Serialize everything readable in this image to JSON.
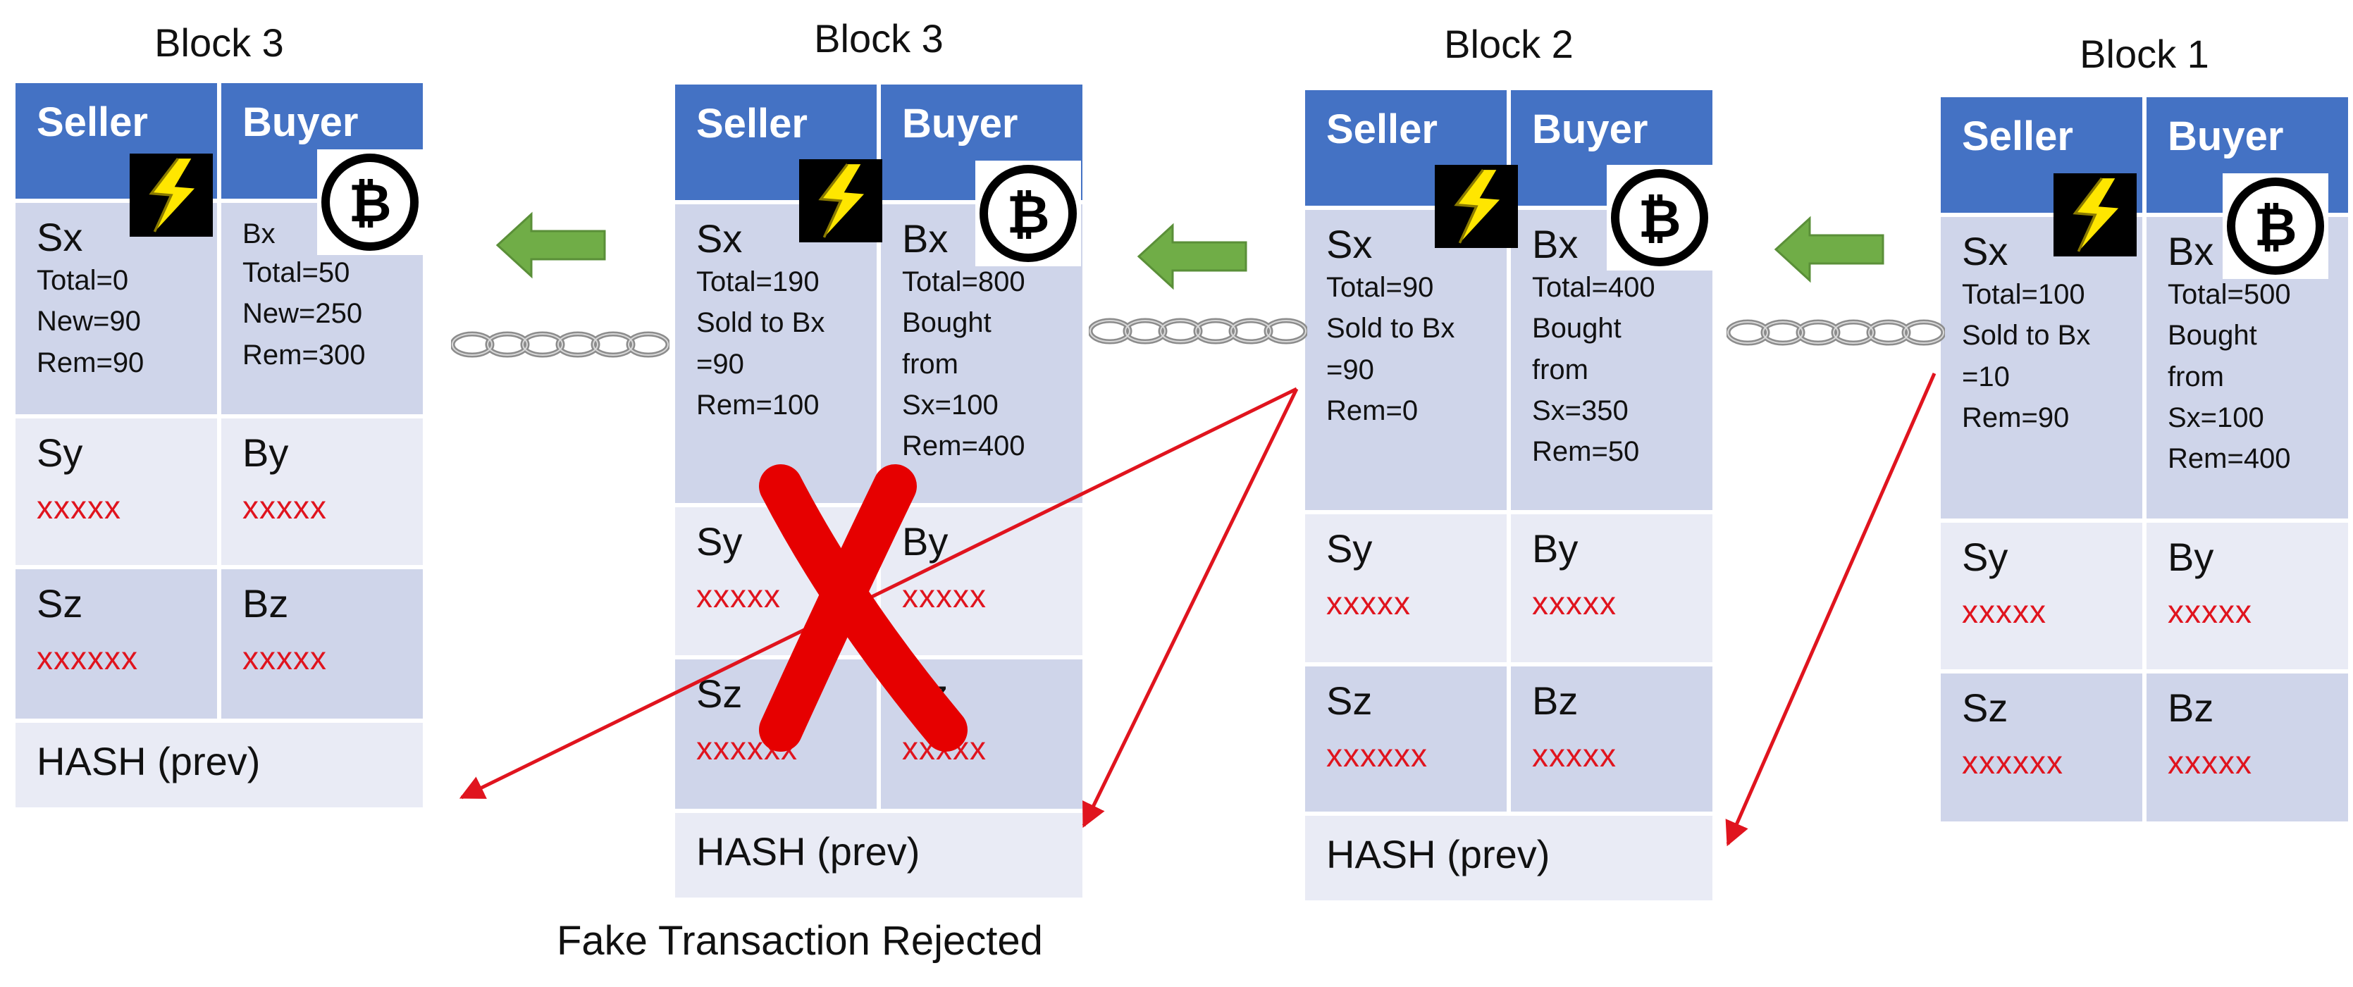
{
  "caption": "Fake Transaction Rejected",
  "colors": {
    "header": "#4472c4",
    "row_dark": "#cfd5ea",
    "row_light": "#e9ebf5",
    "placeholder_text": "#e0141e",
    "link_arrow": "#e0141e",
    "reject_mark": "#e60000",
    "direction_arrow": "#70ad47",
    "bolt": "#ffe600"
  },
  "icons": {
    "seller": "lightning-bolt-icon",
    "buyer": "bitcoin-icon",
    "direction": "left-arrow-icon",
    "link": "chain-icon",
    "reject": "red-x-icon"
  },
  "blocks": [
    {
      "title": "Block 3",
      "seller_header": "Seller",
      "buyer_header": "Buyer",
      "tx1": {
        "seller": "Sx",
        "seller_details": "Total=0\nNew=90\nRem=90",
        "buyer": "Bx",
        "buyer_details": "Total=50\nNew=250\nRem=300"
      },
      "tx2": {
        "seller": "Sy",
        "seller_value": "xxxxx",
        "buyer": "By",
        "buyer_value": "xxxxx"
      },
      "tx3": {
        "seller": "Sz",
        "seller_value": "xxxxxx",
        "buyer": "Bz",
        "buyer_value": "xxxxx"
      },
      "hash": "HASH (prev)"
    },
    {
      "title": "Block 3",
      "seller_header": "Seller",
      "buyer_header": "Buyer",
      "rejected": true,
      "tx1": {
        "seller": "Sx",
        "seller_details": "Total=190\nSold to Bx\n=90\nRem=100",
        "buyer": "Bx",
        "buyer_details": "Total=800\nBought\nfrom\nSx=100\nRem=400"
      },
      "tx2": {
        "seller": "Sy",
        "seller_value": "xxxxx",
        "buyer": "By",
        "buyer_value": "xxxxx"
      },
      "tx3": {
        "seller": "Sz",
        "seller_value": "xxxxxx",
        "buyer": "Bz",
        "buyer_value": "xxxxx"
      },
      "hash": "HASH (prev)"
    },
    {
      "title": "Block 2",
      "seller_header": "Seller",
      "buyer_header": "Buyer",
      "tx1": {
        "seller": "Sx",
        "seller_details": "Total=90\nSold to Bx\n=90\nRem=0",
        "buyer": "Bx",
        "buyer_details": "Total=400\nBought\nfrom\nSx=350\nRem=50"
      },
      "tx2": {
        "seller": "Sy",
        "seller_value": "xxxxx",
        "buyer": "By",
        "buyer_value": "xxxxx"
      },
      "tx3": {
        "seller": "Sz",
        "seller_value": "xxxxxx",
        "buyer": "Bz",
        "buyer_value": "xxxxx"
      },
      "hash": "HASH (prev)"
    },
    {
      "title": "Block 1",
      "seller_header": "Seller",
      "buyer_header": "Buyer",
      "tx1": {
        "seller": "Sx",
        "seller_details": "Total=100\nSold to Bx\n=10\nRem=90",
        "buyer": "Bx",
        "buyer_details": "Total=500\nBought\nfrom\nSx=100\nRem=400"
      },
      "tx2": {
        "seller": "Sy",
        "seller_value": "xxxxx",
        "buyer": "By",
        "buyer_value": "xxxxx"
      },
      "tx3": {
        "seller": "Sz",
        "seller_value": "xxxxxx",
        "buyer": "Bz",
        "buyer_value": "xxxxx"
      }
    }
  ]
}
